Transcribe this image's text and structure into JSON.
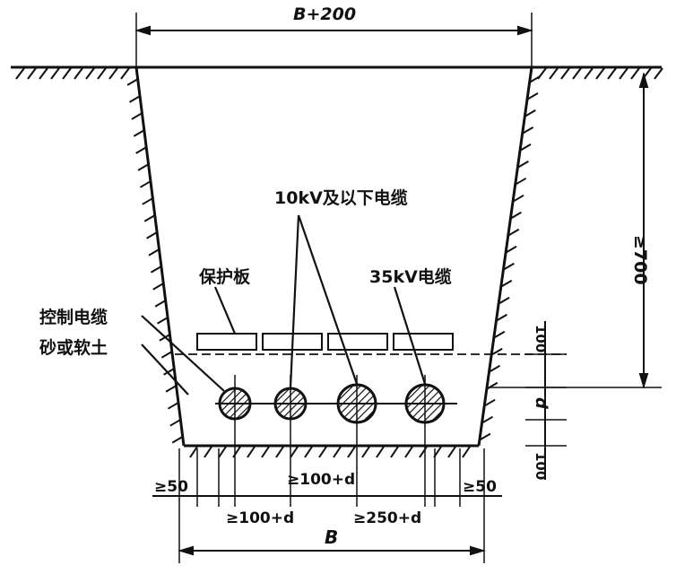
{
  "labels": {
    "top_width": "B+200",
    "depth": "≥700",
    "cable_10kv": "10kV及以下电缆",
    "cable_35kv": "35kV电缆",
    "protective_plate": "保护板",
    "control_cable": "控制电缆",
    "sand_soil": "砂或软土",
    "cover_100_top": "100",
    "dim_d_right": "d",
    "cover_100_bottom": "100",
    "left_50": "≥50",
    "right_50": "≥50",
    "mid_100d_top": "≥100+d",
    "mid_100d_bottom": "≥100+d",
    "mid_250d": "≥250+d",
    "bottom_width": "B"
  },
  "colors": {
    "ink": "#111111",
    "background": "#ffffff"
  }
}
